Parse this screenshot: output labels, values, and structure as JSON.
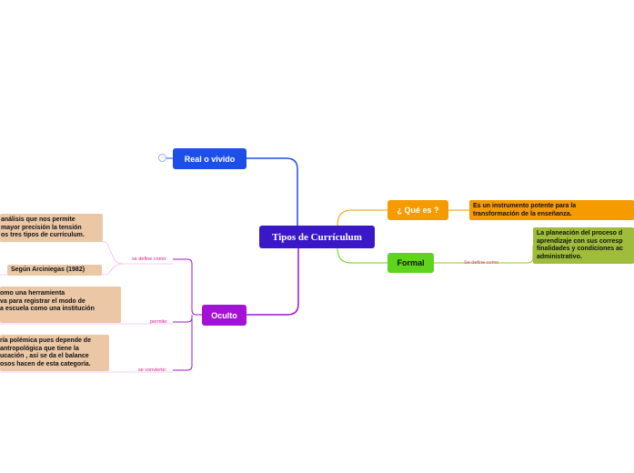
{
  "central": {
    "label": "Tipos de Currículum"
  },
  "branches": {
    "real": {
      "label": "Real o vivido",
      "color": "#1c4fe8"
    },
    "que_es": {
      "label": "¿ Qué es ?",
      "color": "#f59b00"
    },
    "formal": {
      "label": "Formal",
      "color": "#5fd41c"
    },
    "oculto": {
      "label": "Oculto",
      "color": "#a313d6"
    }
  },
  "notes": {
    "que_es_def": "Es un instrumento potente para la\ntransformación de la enseñanza.",
    "formal_def": "La planeación del proceso d\naprendizaje con sus corresp\nfinalidades y condiciones ac\nadministrativo.",
    "oculto_1": "análisis que nos permite\nmayor precisión la tensión\nos tres tipos de currículum.",
    "oculto_2": "Según Arciniegas (1982)",
    "oculto_3": "omo una herramienta\nva para registrar el modo de\na escuela como una institución",
    "oculto_4": "ría polémica pues depende de\nantropológica que tiene la\nucación , así se da el balance\nosos hacen de esta categoría."
  },
  "link_labels": {
    "formal": "Se define como",
    "se_define": "se define como:",
    "permite": "permite:",
    "se_convierte": "se convierte:"
  },
  "colors": {
    "note_bg": "#ebc7a6",
    "que_es_note_bg": "#f59b00",
    "formal_note_bg": "#9fbd3a",
    "central_bg": "#3a18c8"
  },
  "icons": {
    "collapse": "minus-icon"
  }
}
